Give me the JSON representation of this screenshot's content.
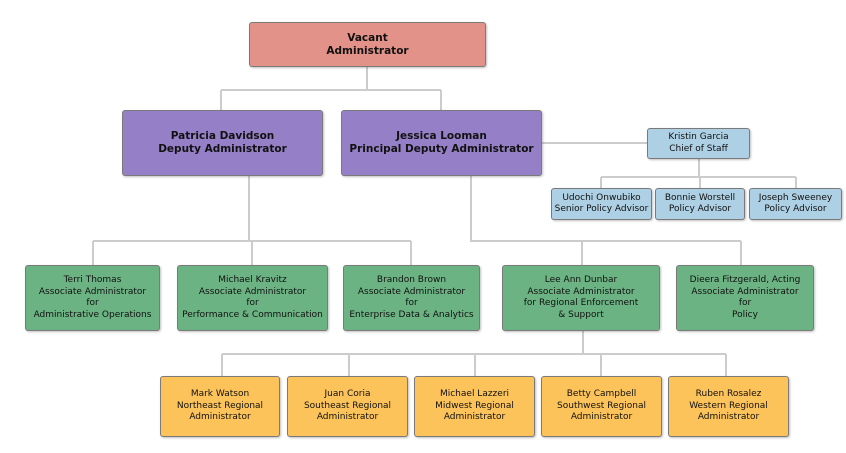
{
  "colors": {
    "top": "#e3928a",
    "deputy": "#9580c8",
    "staff": "#aed0e4",
    "associate": "#6cb383",
    "regional": "#fcc35a",
    "connector": "#cccccc"
  },
  "top": {
    "name": "Vacant",
    "title": "Administrator"
  },
  "deputies": [
    {
      "name": "Patricia Davidson",
      "title": "Deputy Administrator"
    },
    {
      "name": "Jessica Looman",
      "title": "Principal Deputy Administrator"
    }
  ],
  "chief_of_staff": {
    "name": "Kristin Garcia",
    "title": "Chief of Staff"
  },
  "advisors": [
    {
      "name": "Udochi Onwubiko",
      "title": "Senior Policy Advisor"
    },
    {
      "name": "Bonnie Worstell",
      "title": "Policy Advisor"
    },
    {
      "name": "Joseph Sweeney",
      "title": "Policy Advisor"
    }
  ],
  "associates": [
    {
      "lines": [
        "Terri Thomas",
        "Associate Administrator",
        "for",
        "Administrative Operations"
      ]
    },
    {
      "lines": [
        "Michael Kravitz",
        "Associate Administrator",
        "for",
        "Performance & Communication"
      ]
    },
    {
      "lines": [
        "Brandon Brown",
        "Associate Administrator",
        "for",
        "Enterprise Data & Analytics"
      ]
    },
    {
      "lines": [
        "Lee Ann Dunbar",
        "Associate Administrator",
        "for Regional Enforcement",
        "& Support"
      ]
    },
    {
      "lines": [
        "Dieera Fitzgerald, Acting",
        "Associate Administrator",
        "for",
        "Policy"
      ]
    }
  ],
  "regionals": [
    {
      "lines": [
        "Mark Watson",
        "Northeast Regional",
        "Administrator"
      ]
    },
    {
      "lines": [
        "Juan Coria",
        "Southeast Regional",
        "Administrator"
      ]
    },
    {
      "lines": [
        "Michael Lazzeri",
        "Midwest Regional",
        "Administrator"
      ]
    },
    {
      "lines": [
        "Betty Campbell",
        "Southwest Regional",
        "Administrator"
      ]
    },
    {
      "lines": [
        "Ruben Rosalez",
        "Western Regional",
        "Administrator"
      ]
    }
  ]
}
